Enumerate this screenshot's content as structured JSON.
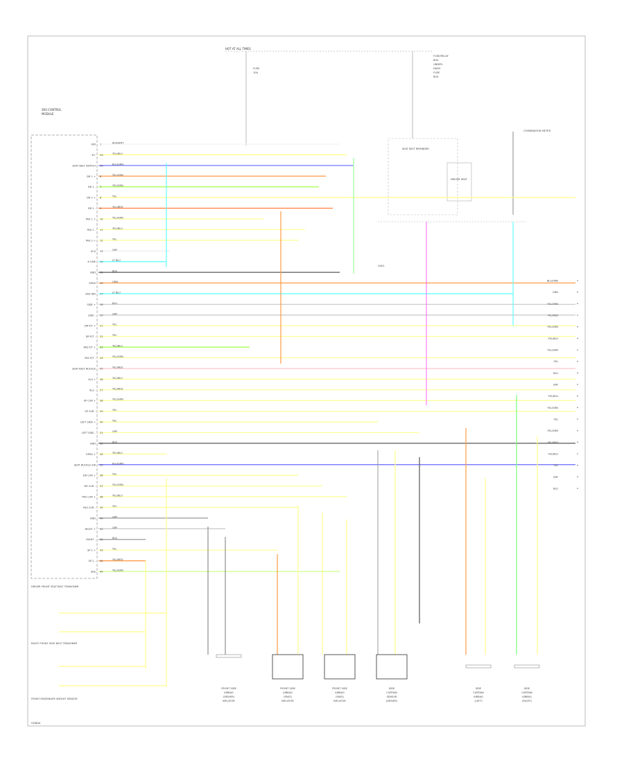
{
  "module": {
    "pins_left": [
      {
        "label": "IGN",
        "pin": "1",
        "wire": "BLK/WHT",
        "color": "#f4f4f4"
      },
      {
        "label": "B+",
        "pin": "2A",
        "wire": "YEL/BLU",
        "color": "#ffff88"
      },
      {
        "label": "SEAT BELT SWITCH",
        "pin": "3A",
        "wire": "BLU/GRN",
        "color": "#7777ff"
      },
      {
        "label": "DR 1 +",
        "pin": "6",
        "wire": "YEL/ORN",
        "color": "#ff9944"
      },
      {
        "label": "DR 1 -",
        "pin": "7",
        "wire": "YEL/GRN",
        "color": "#aaff55"
      },
      {
        "label": "DR 2 +",
        "pin": "8",
        "wire": "YEL",
        "color": "#ffff88"
      },
      {
        "label": "DR 2 -",
        "pin": "9",
        "wire": "YEL/RED",
        "color": "#ff8844"
      },
      {
        "label": "PAS 1 +",
        "pin": "10",
        "wire": "YEL/GRN",
        "color": "#ffff99"
      },
      {
        "label": "PAS 1 -",
        "pin": "11",
        "wire": "YEL/BLU",
        "color": "#ffff99"
      },
      {
        "label": "PAS 2 +",
        "pin": "12",
        "wire": "YEL",
        "color": "#ffff99"
      },
      {
        "label": "SCS",
        "pin": "13",
        "wire": "GRY",
        "color": "#eeeeee"
      },
      {
        "label": "K LINE",
        "pin": "14",
        "wire": "LT BLU",
        "color": "#66ffff"
      },
      {
        "label": "GND",
        "pin": "15",
        "wire": "BLK",
        "color": "#555555"
      },
      {
        "label": "OPDS",
        "pin": "16",
        "wire": "ORN",
        "color": "#ff9944"
      },
      {
        "label": "SRS IND",
        "pin": "17",
        "wire": "LT BLU",
        "color": "#66ffff"
      },
      {
        "label": "SIDE +",
        "pin": "18",
        "wire": "BLU",
        "color": "#cccccc"
      },
      {
        "label": "SIDE -",
        "pin": "19",
        "wire": "GRY",
        "color": "#cccccc"
      },
      {
        "label": "DR P/T +",
        "pin": "21",
        "wire": "YEL",
        "color": "#ffff99"
      },
      {
        "label": "DR P/T -",
        "pin": "22",
        "wire": "YEL",
        "color": "#ffff99"
      },
      {
        "label": "PAS P/T +",
        "pin": "23",
        "wire": "YEL/BLU",
        "color": "#aaff55"
      },
      {
        "label": "PAS P/T -",
        "pin": "24",
        "wire": "YEL/GRN",
        "color": "#ffff99"
      },
      {
        "label": "SEAT BELT BUCKLE",
        "pin": "25",
        "wire": "YEL/RED",
        "color": "#ffcccc"
      },
      {
        "label": "SLS +",
        "pin": "26",
        "wire": "YEL/BLU",
        "color": "#ffff99"
      },
      {
        "label": "SLS -",
        "pin": "27",
        "wire": "YEL/RED",
        "color": "#ffff99"
      },
      {
        "label": "SP CUR +",
        "pin": "28",
        "wire": "YEL/GRN",
        "color": "#ffff99"
      },
      {
        "label": "SP CUR -",
        "pin": "29",
        "wire": "YEL",
        "color": "#ffff99"
      },
      {
        "label": "LEFT SIDE +",
        "pin": "30",
        "wire": "YEL",
        "color": "#ffff99"
      },
      {
        "label": "LEFT SIDE -",
        "pin": "31",
        "wire": "GRY",
        "color": "#ffff99"
      },
      {
        "label": "GND",
        "pin": "32",
        "wire": "BLK",
        "color": "#555555"
      },
      {
        "label": "OPDS +",
        "pin": "34",
        "wire": "YEL/BLU",
        "color": "#ffff99"
      },
      {
        "label": "SEAT BUCKLE SW",
        "pin": "35",
        "wire": "BLU/GRN",
        "color": "#6666ff"
      },
      {
        "label": "DR CUR +",
        "pin": "36",
        "wire": "YEL",
        "color": "#ffff99"
      },
      {
        "label": "DR CUR -",
        "pin": "37",
        "wire": "YEL/GRN",
        "color": "#ffff99"
      },
      {
        "label": "PAS CUR +",
        "pin": "38",
        "wire": "YEL/BLU",
        "color": "#ffff99"
      },
      {
        "label": "PAS CUR -",
        "pin": "39",
        "wire": "YEL",
        "color": "#ffff99"
      },
      {
        "label": "GND",
        "pin": "40",
        "wire": "GRY",
        "color": "#999999"
      },
      {
        "label": "RIGHT +",
        "pin": "41",
        "wire": "GRY",
        "color": "#cccccc"
      },
      {
        "label": "RIGHT -",
        "pin": "42",
        "wire": "BLK",
        "color": "#999999"
      },
      {
        "label": "SP 2 +",
        "pin": "43",
        "wire": "YEL",
        "color": "#ffff99"
      },
      {
        "label": "SP 2 -",
        "pin": "44",
        "wire": "YEL/RED",
        "color": "#ff9944"
      },
      {
        "label": "SRS",
        "pin": "45",
        "wire": "YEL/GRN",
        "color": "#ccff88"
      }
    ],
    "title_lines": [
      "SRS CONTROL",
      "MODULE"
    ]
  },
  "top": {
    "hot_label": "HOT AT ALL TIMES",
    "fuse_right_lines": [
      "FUSE/RELAY",
      "BOX",
      "UNDER-",
      "DASH",
      "FUSE",
      "BOX"
    ],
    "fuse_left_lines": [
      "FUSE",
      "10A"
    ],
    "combination_meter": "COMBINATION METER",
    "seat_belt_label": "SEAT BELT REMINDER",
    "driver_seat_label": "DRIVER SEAT",
    "ground_label": "G401"
  },
  "right_wires": [
    "BLU/ORN",
    "GRN",
    "YEL/ORN",
    "YEL/RED",
    "YEL/GRN",
    "YEL/BLU",
    "YEL/GRN",
    "YEL",
    "BLU",
    "GRY",
    "YEL/BLU",
    "YEL/GRN",
    "YEL",
    "YEL/GRN",
    "YEL/RED",
    "YEL/BLU",
    "YEL",
    "GRY",
    "BLU"
  ],
  "bottom_components": [
    {
      "lines": [
        "FRONT SIDE",
        "AIRBAG",
        "(DRIVER)",
        "INFLATOR"
      ]
    },
    {
      "lines": [
        "FRONT SIDE",
        "AIRBAG",
        "(PASS)",
        "INFLATOR"
      ]
    },
    {
      "lines": [
        "FRONT SIDE",
        "AIRBAG",
        "(PASS)",
        "INFLATOR"
      ]
    },
    {
      "lines": [
        "SIDE",
        "CURTAIN",
        "SENSOR",
        "(DRIVER)"
      ]
    },
    {
      "lines": [
        "SIDE",
        "CURTAIN",
        "AIRBAG",
        "(LEFT)"
      ]
    },
    {
      "lines": [
        "SIDE",
        "CURTAIN",
        "AIRBAG",
        "(RIGHT)"
      ]
    }
  ],
  "bottom_left_labels": [
    "DRIVER FRONT SEAT BELT TENSIONER",
    "RIGHT FRONT SEAT BELT TENSIONER",
    "FRONT PASSENGER WEIGHT SENSOR"
  ],
  "footer": "HONDA"
}
